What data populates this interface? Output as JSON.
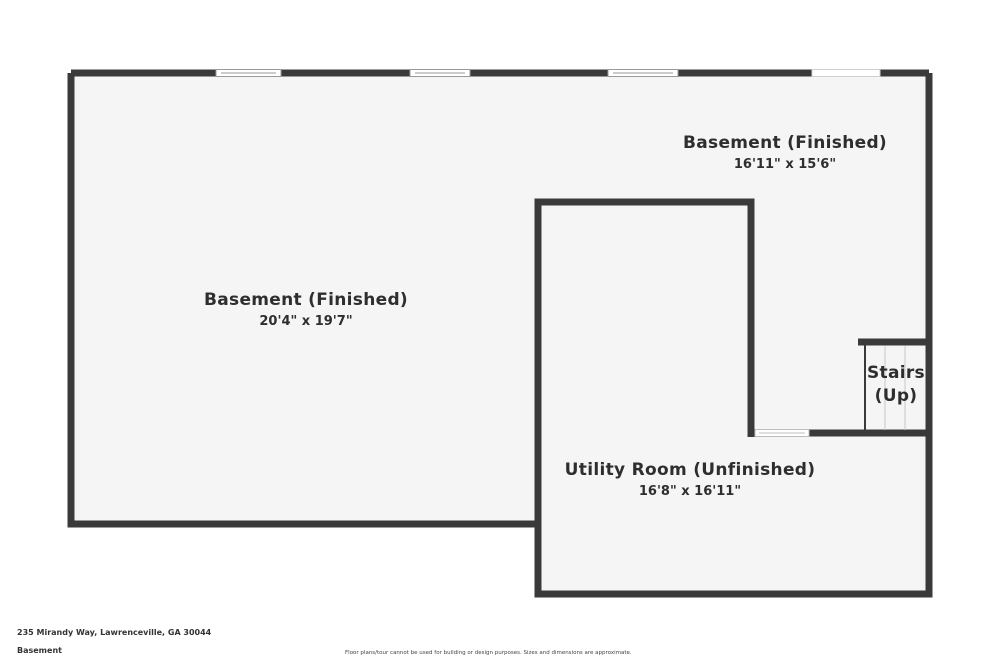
{
  "rooms": [
    {
      "name": "Basement (Finished)",
      "dims": "20'4\" x 19'7\""
    },
    {
      "name": "Basement (Finished)",
      "dims": "16'11\" x 15'6\""
    },
    {
      "name": "Utility Room (Unfinished)",
      "dims": "16'8\" x 16'11\""
    }
  ],
  "stairs": {
    "line1": "Stairs",
    "line2": "(Up)"
  },
  "footer": {
    "address": "235 Mirandy Way, Lawrenceville, GA 30044",
    "level": "Basement",
    "disclaimer": "Floor plans/tour cannot be used for building or design purposes. Sizes and dimensions are approximate."
  },
  "colors": {
    "wall": "#3a3a3a",
    "floor": "#f5f5f5",
    "text": "#2e2e2e"
  }
}
